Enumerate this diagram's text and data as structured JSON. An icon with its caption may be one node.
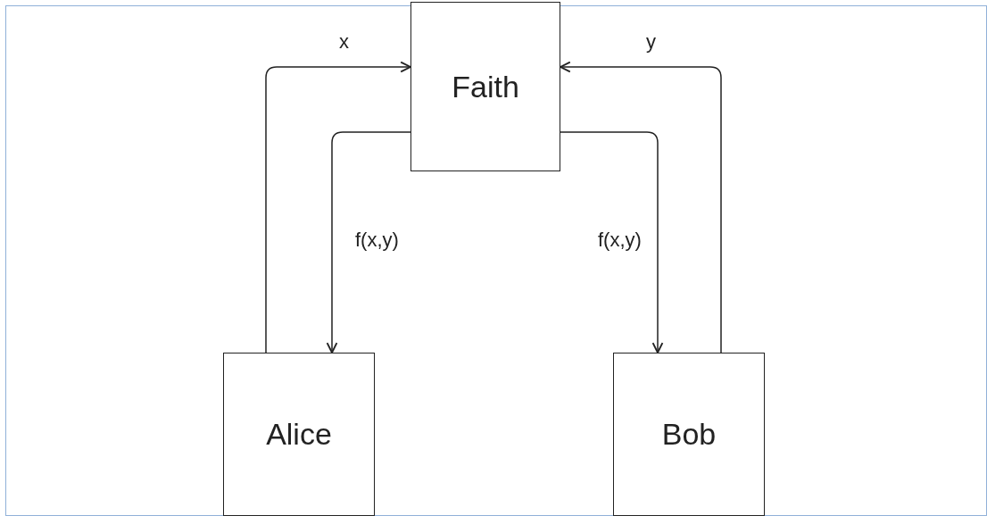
{
  "diagram": {
    "nodes": [
      {
        "text": [
          "Faith"
        ]
      },
      {
        "text": [
          "Alice"
        ]
      },
      {
        "text": [
          "Bob"
        ]
      }
    ],
    "edges": [
      {
        "from": 1,
        "to": 0,
        "arrow": "to",
        "label": "x"
      },
      {
        "from": 0,
        "to": 1,
        "arrow": "to",
        "label": "f(x,y)"
      },
      {
        "from": 0,
        "to": 2,
        "arrow": "to",
        "label": "f(x,y)"
      },
      {
        "from": 2,
        "to": 0,
        "arrow": "to",
        "label": "y"
      }
    ]
  }
}
